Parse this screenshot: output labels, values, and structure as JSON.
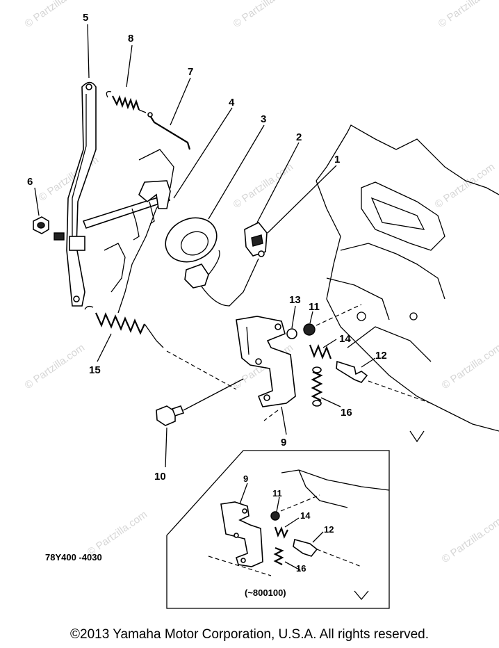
{
  "watermark": "© Partzilla.com",
  "callouts": {
    "c1": "1",
    "c2": "2",
    "c3": "3",
    "c4": "4",
    "c5": "5",
    "c6": "6",
    "c7": "7",
    "c8": "8",
    "c9": "9",
    "c10": "10",
    "c11": "11",
    "c12": "12",
    "c13": "13",
    "c14": "14",
    "c15": "15",
    "c16": "16"
  },
  "inset": {
    "c9": "9",
    "c11": "11",
    "c12": "12",
    "c14": "14",
    "c16": "16",
    "serial_note": "(~800100)"
  },
  "diagram_code": "78Y400 -4030",
  "copyright": "©2013 Yamaha Motor Corporation, U.S.A. All rights reserved."
}
